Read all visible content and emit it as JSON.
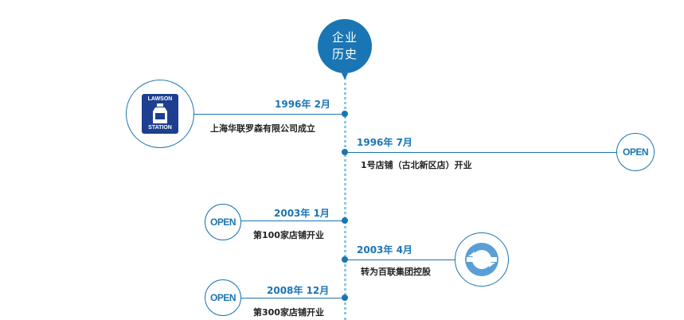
{
  "header": {
    "line1": "企业",
    "line2": "历史"
  },
  "logo": {
    "top_text": "LAWSON",
    "bottom_text": "STATION"
  },
  "events": [
    {
      "date": "1996年 2月",
      "text": "上海华联罗森有限公司成立",
      "icon": "lawson-logo"
    },
    {
      "date": "1996年 7月",
      "text": "1号店铺（古北新区店）开业",
      "icon": "open-badge",
      "icon_label": "OPEN"
    },
    {
      "date": "2003年 1月",
      "text": "第100家店铺开业",
      "icon": "open-badge",
      "icon_label": "OPEN"
    },
    {
      "date": "2003年 4月",
      "text": "转为百联集团控股",
      "icon": "refresh-arrows"
    },
    {
      "date": "2008年 12月",
      "text": "第300家店铺开业",
      "icon": "open-badge",
      "icon_label": "OPEN"
    }
  ],
  "colors": {
    "accent": "#1a75b4",
    "spine": "#8cc8ea",
    "logo": "#1e3f8f"
  }
}
